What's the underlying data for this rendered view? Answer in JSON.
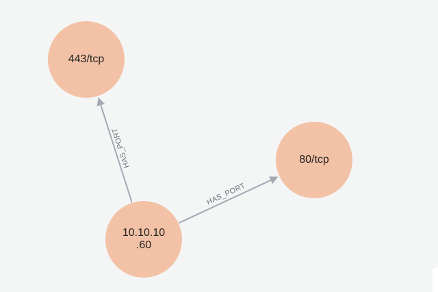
{
  "graph": {
    "colors": {
      "background": "#f4f5f5",
      "node_fill": "#f3c2a6",
      "edge": "#a3a8b3",
      "edge_label": "#6f747c",
      "node_text": "#222222"
    },
    "nodes": [
      {
        "id": "port-443",
        "label_lines": [
          "443/tcp"
        ]
      },
      {
        "id": "port-80",
        "label_lines": [
          "80/tcp"
        ]
      },
      {
        "id": "host-10-10-10-60",
        "label_lines": [
          "10.10.10",
          ".60"
        ]
      }
    ],
    "edges": [
      {
        "id": "edge-host-443",
        "from": "host-10-10-10-60",
        "to": "port-443",
        "label": "HAS_PORT"
      },
      {
        "id": "edge-host-80",
        "from": "host-10-10-10-60",
        "to": "port-80",
        "label": "HAS_PORT"
      }
    ]
  }
}
